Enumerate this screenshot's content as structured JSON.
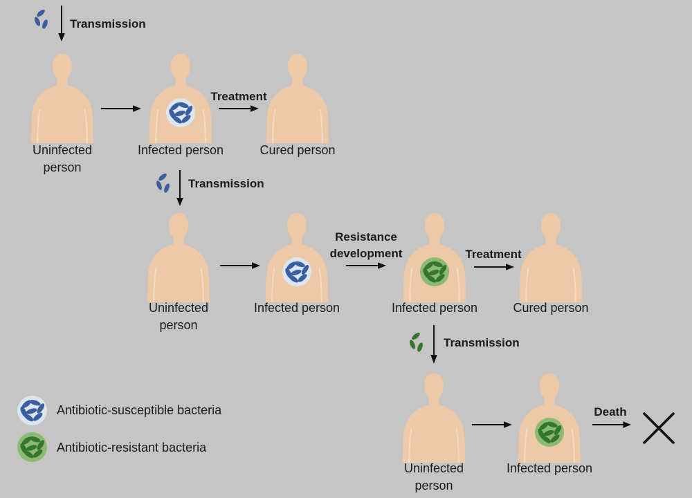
{
  "colors": {
    "background": "#c7c5c3",
    "skin": "#edc9a7",
    "text": "#1b1b1b",
    "arrow": "#111111",
    "susceptible-bg": "#dce5f2",
    "susceptible-rod": "#3b5f9e",
    "resistant-bg": "#8cba72",
    "resistant-rod": "#34752f"
  },
  "rows": [
    {
      "transmission_label": "Transmission",
      "people": [
        {
          "label": "Uninfected\nperson",
          "infection": "none"
        },
        {
          "label": "Infected person",
          "infection": "susceptible"
        },
        {
          "label": "Cured person",
          "infection": "none"
        }
      ],
      "arrow_labels": {
        "treatment": "Treatment"
      }
    },
    {
      "transmission_label": "Transmission",
      "people": [
        {
          "label": "Uninfected\nperson",
          "infection": "none"
        },
        {
          "label": "Infected person",
          "infection": "susceptible"
        },
        {
          "label": "Infected person",
          "infection": "resistant"
        },
        {
          "label": "Cured person",
          "infection": "none"
        }
      ],
      "arrow_labels": {
        "resistance": "Resistance\ndevelopment",
        "treatment": "Treatment"
      }
    },
    {
      "transmission_label": "Transmission",
      "people": [
        {
          "label": "Uninfected\nperson",
          "infection": "none"
        },
        {
          "label": "Infected person",
          "infection": "resistant"
        }
      ],
      "arrow_labels": {
        "death": "Death"
      },
      "outcome": "death-x-mark"
    }
  ],
  "legend": {
    "items": [
      {
        "label": "Antibiotic-susceptible bacteria",
        "type": "susceptible"
      },
      {
        "label": "Antibiotic-resistant bacteria",
        "type": "resistant"
      }
    ]
  }
}
